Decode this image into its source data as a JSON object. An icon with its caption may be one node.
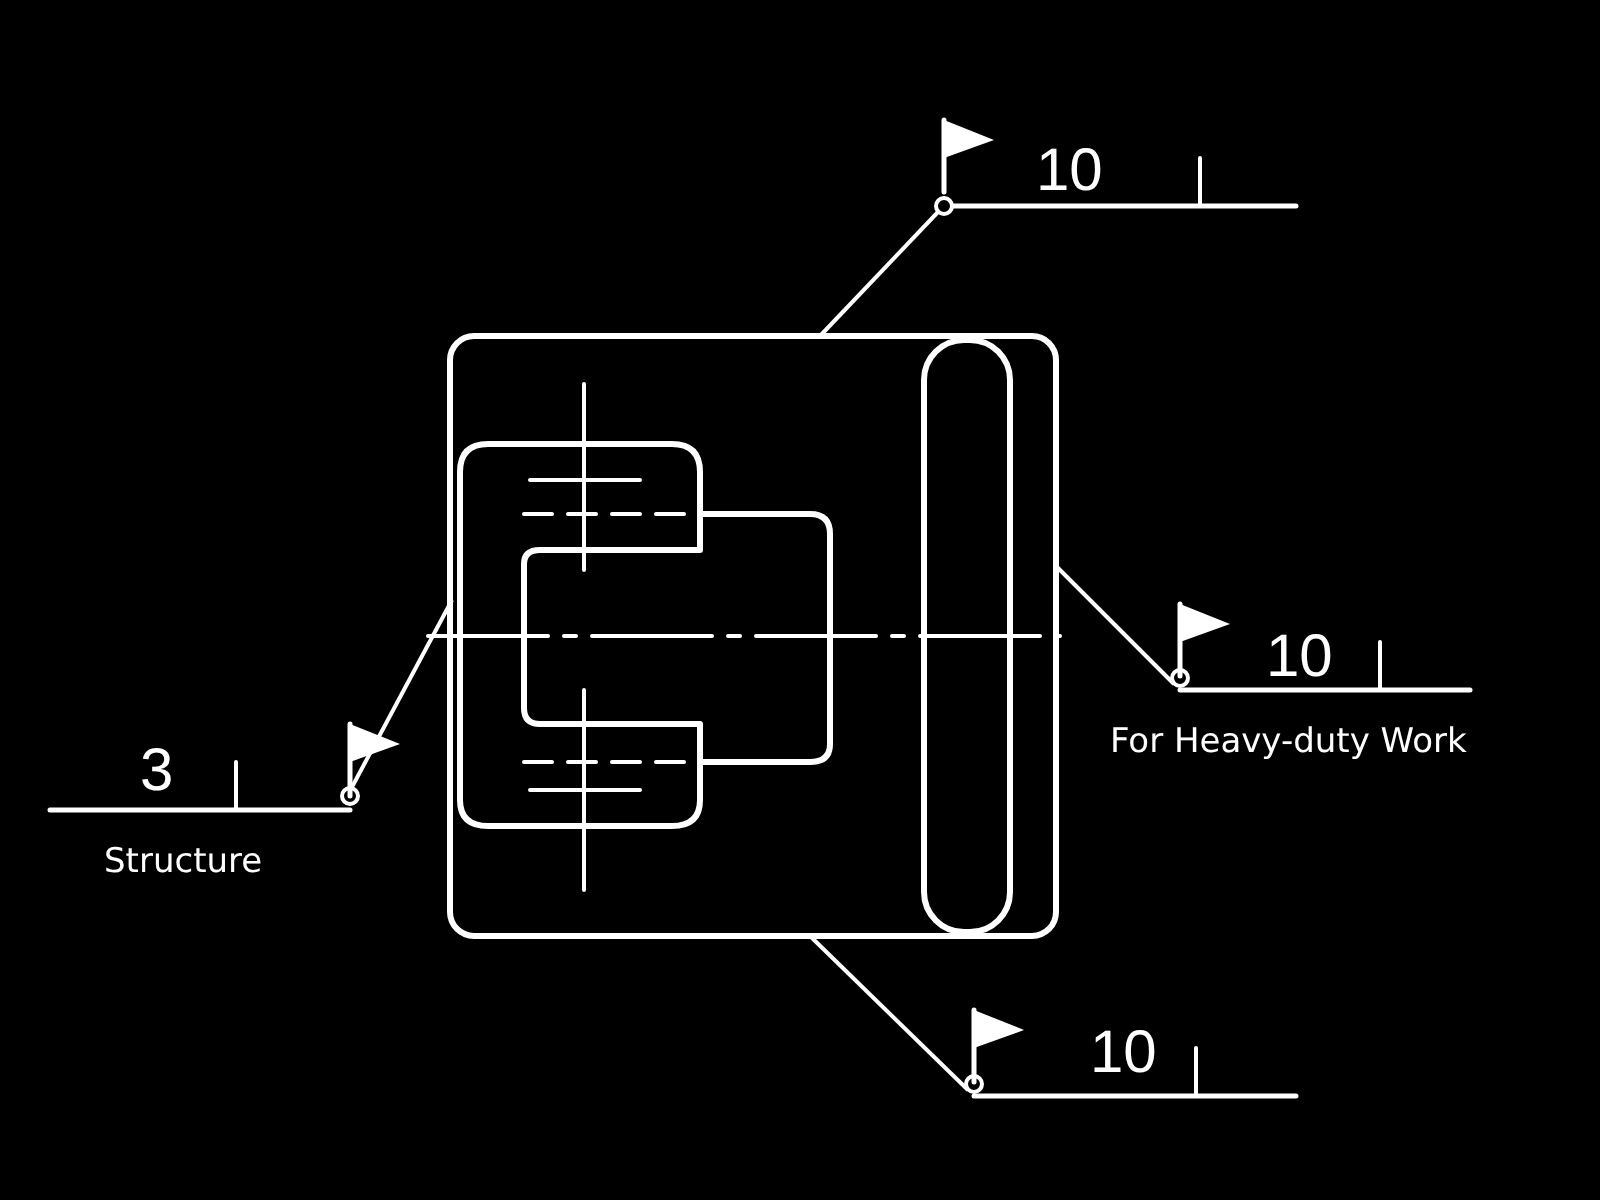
{
  "diagram": {
    "nodes": [
      {
        "text": [
          "10"
        ]
      },
      {
        "text": [],
        "shape": "picture"
      },
      {
        "text": [
          "10"
        ],
        "beside": [
          "For Heavy-duty Work"
        ]
      },
      {
        "text": [
          "3"
        ],
        "beside": [
          "Structure"
        ]
      },
      {
        "text": [
          "10"
        ]
      }
    ],
    "edges": [
      {
        "from": 0,
        "to": 1,
        "arrow": "none"
      },
      {
        "from": 2,
        "to": 1,
        "arrow": "none"
      },
      {
        "from": 3,
        "to": 1,
        "arrow": "none"
      },
      {
        "from": 4,
        "to": 1,
        "arrow": "none"
      }
    ]
  }
}
